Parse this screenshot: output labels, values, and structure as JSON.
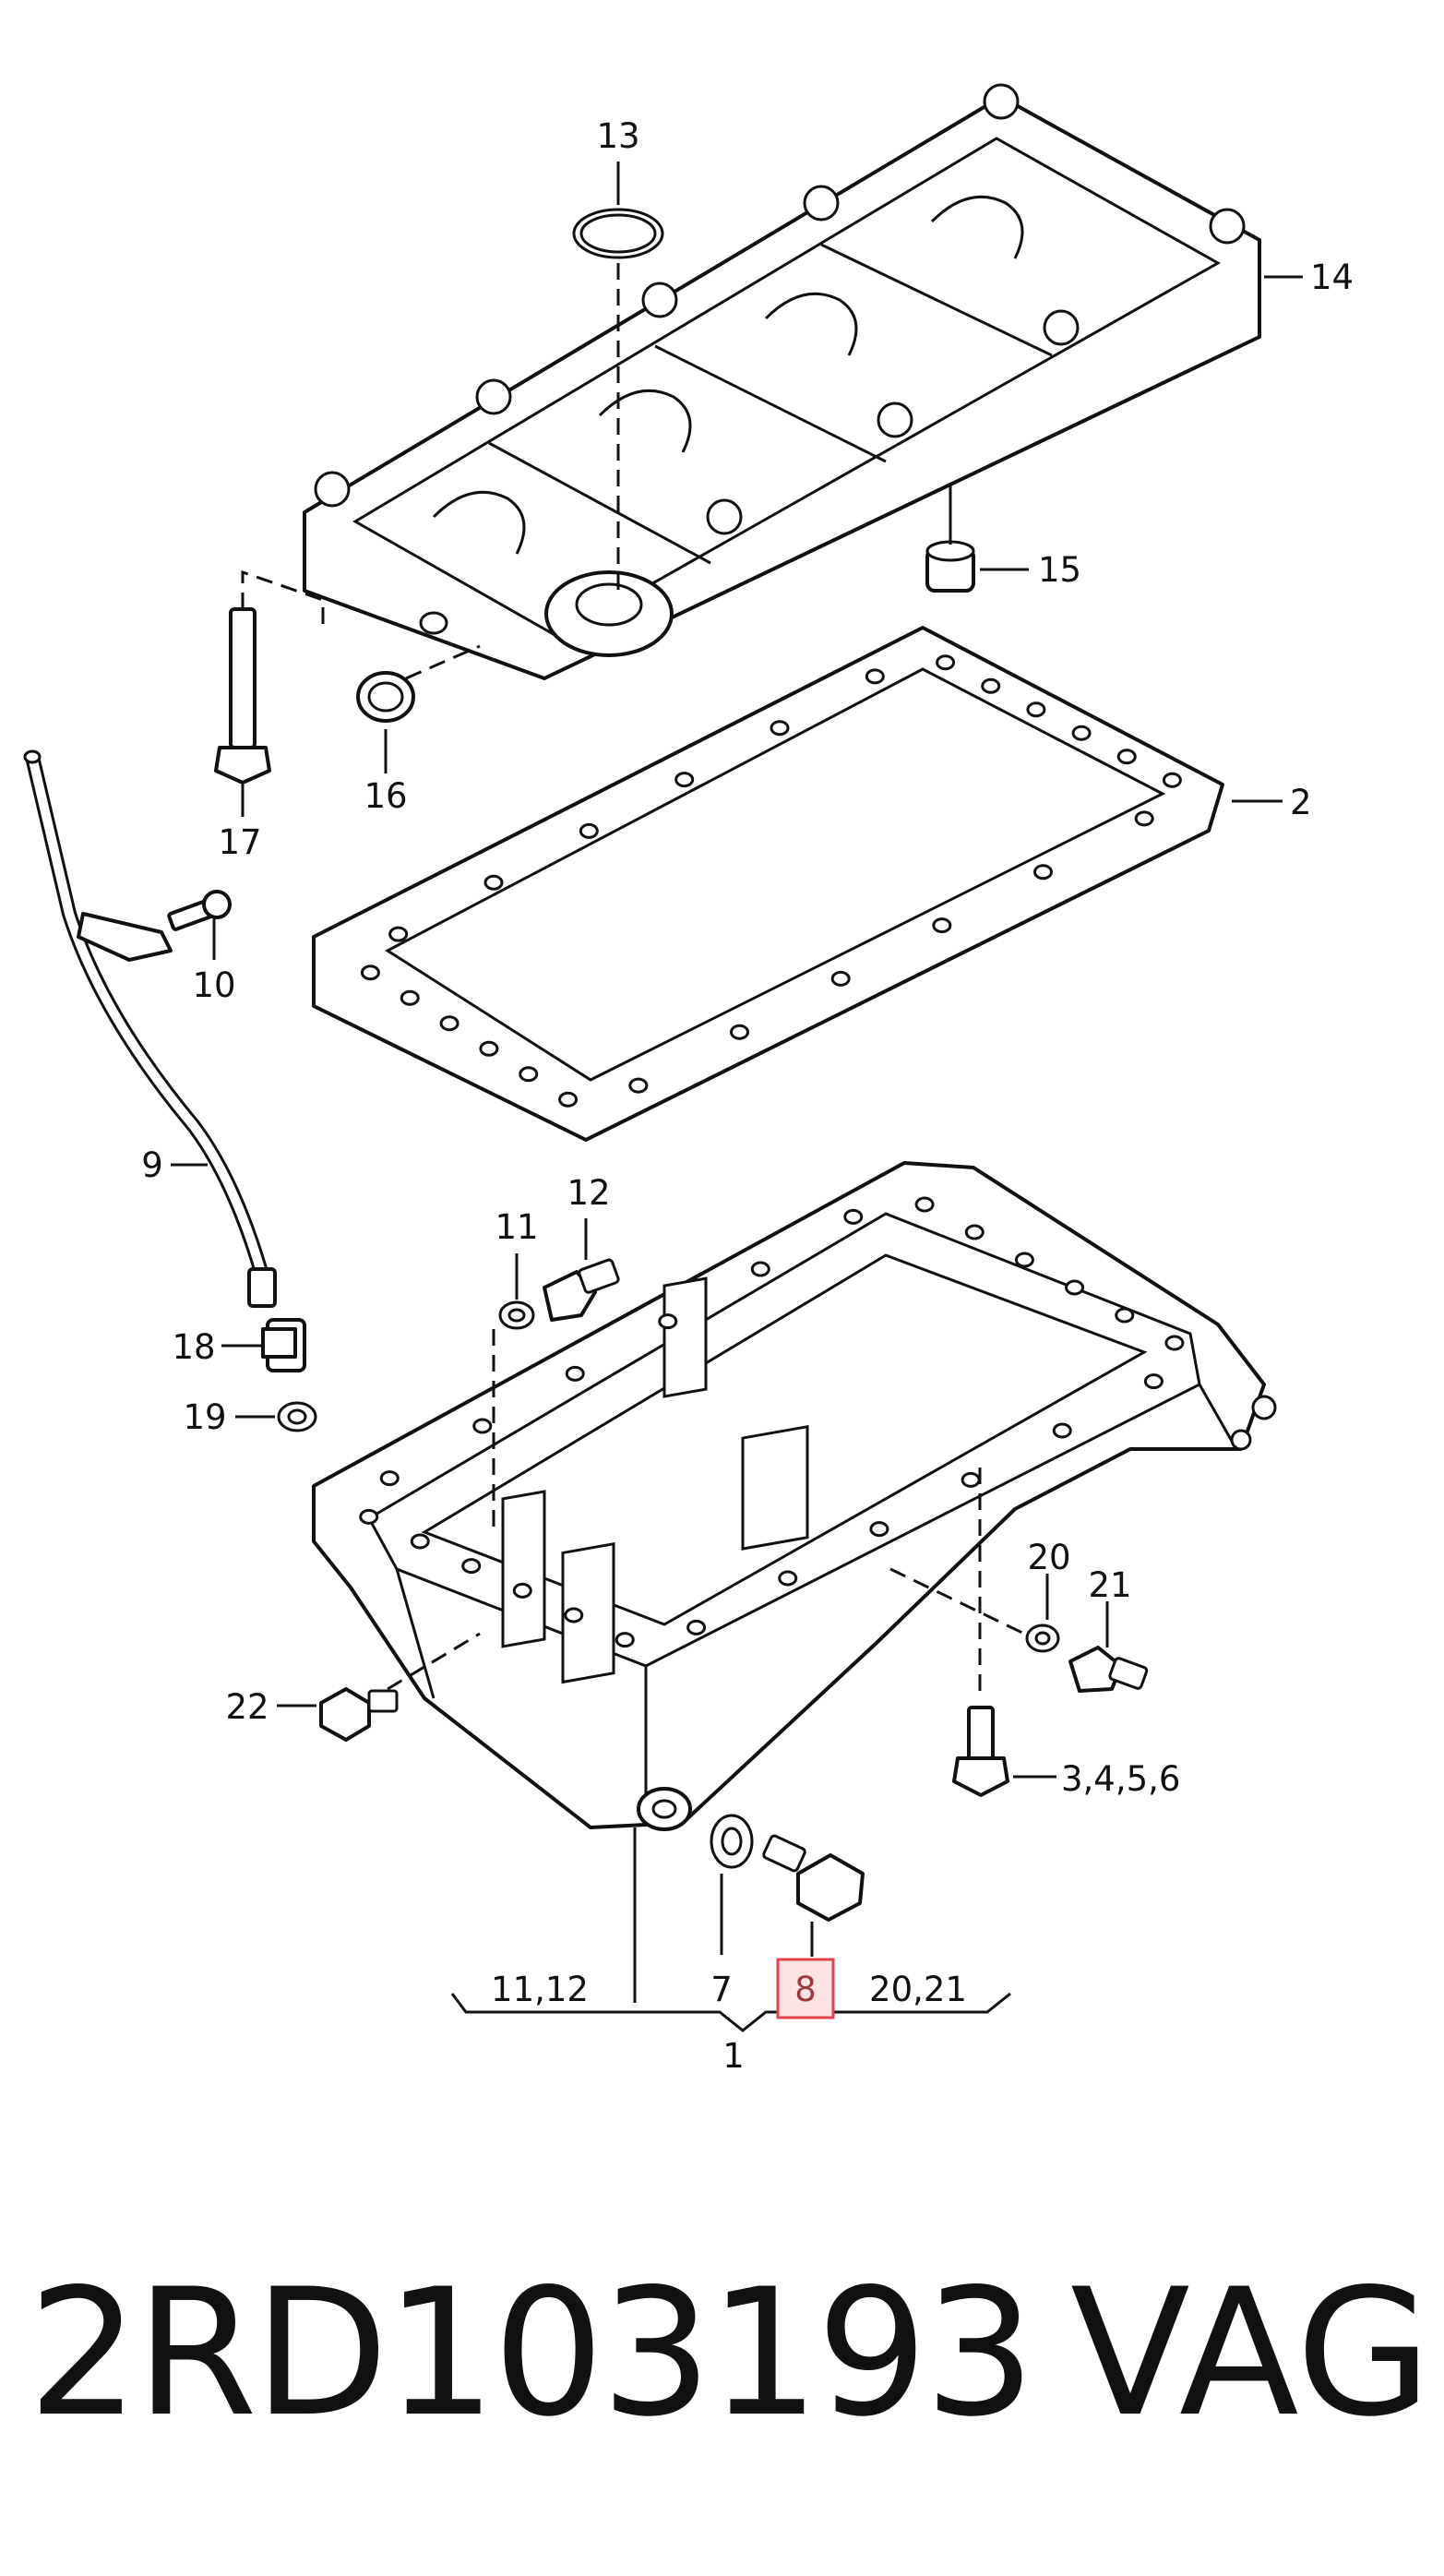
{
  "callouts": {
    "c13": "13",
    "c14": "14",
    "c15": "15",
    "c16": "16",
    "c17": "17",
    "c2": "2",
    "c10": "10",
    "c9": "9",
    "c11": "11",
    "c12": "12",
    "c18": "18",
    "c19": "19",
    "c20": "20",
    "c21": "21",
    "c22": "22",
    "c3456": "3,4,5,6",
    "c1112": "11,12",
    "c7": "7",
    "c8": "8",
    "c2021": "20,21",
    "c1": "1"
  },
  "highlighted_callout": "8",
  "colors": {
    "highlight_fill": "#fbe3e4",
    "highlight_border": "#e0434b",
    "ink": "#111111"
  },
  "footer": {
    "part_number": "2RD103193",
    "brand": "VAG"
  }
}
